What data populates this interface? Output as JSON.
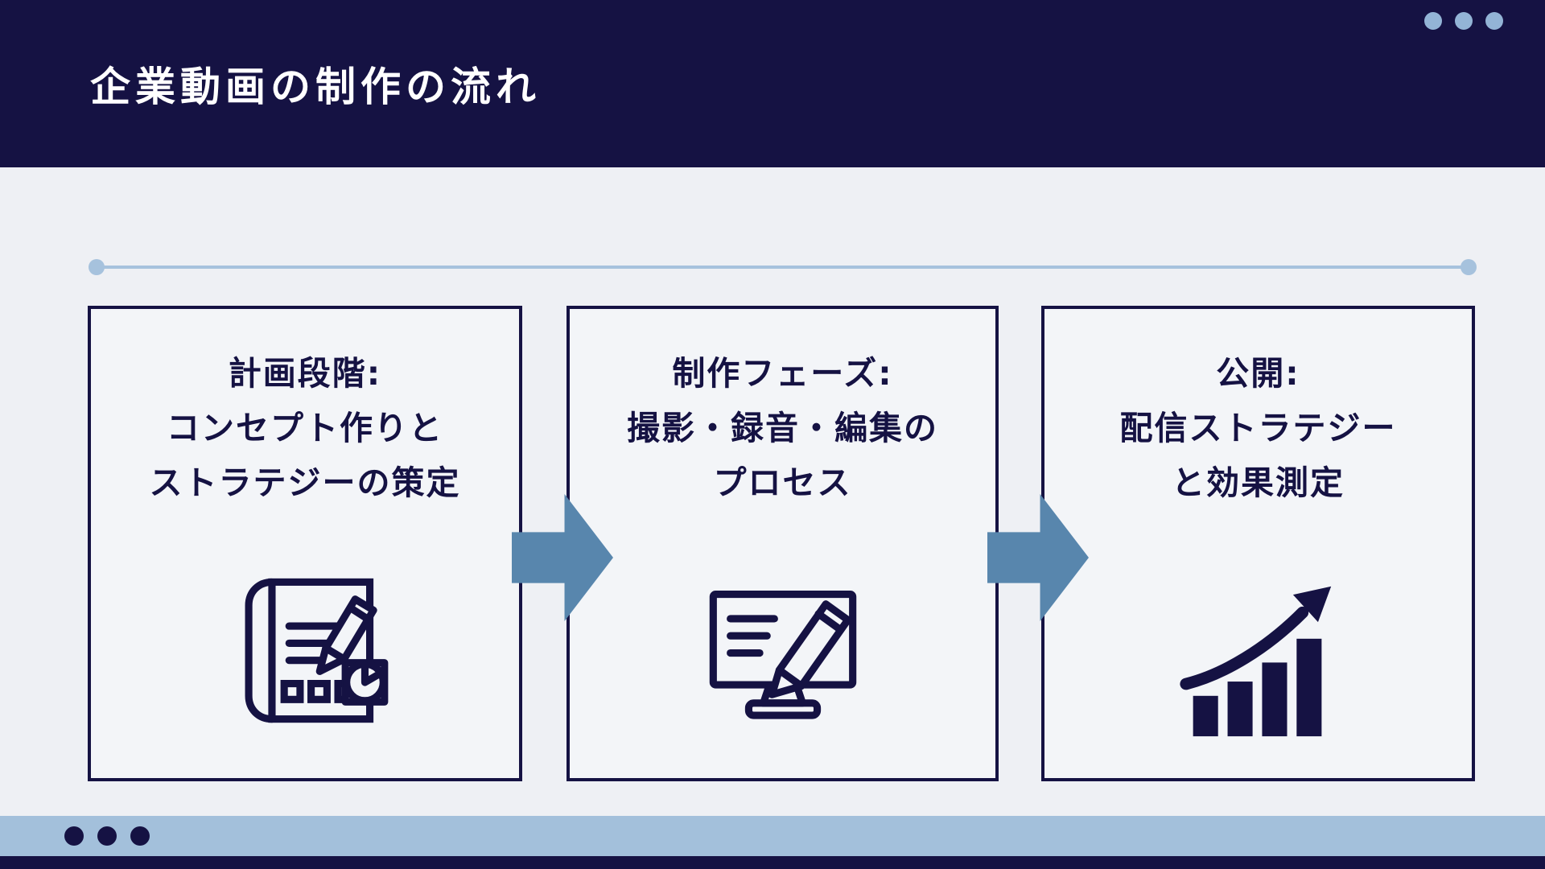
{
  "header": {
    "title": "企業動画の制作の流れ",
    "decor_dots_count": 3
  },
  "steps": [
    {
      "icon": "blueprint-plan-icon",
      "lines": [
        "計画段階:",
        "コンセプト作りと",
        "ストラテジーの策定"
      ]
    },
    {
      "icon": "monitor-editing-icon",
      "lines": [
        "制作フェーズ:",
        "撮影・録音・編集の",
        "プロセス"
      ]
    },
    {
      "icon": "growth-chart-icon",
      "lines": [
        "公開:",
        "配信ストラテジー",
        "と効果測定"
      ]
    }
  ],
  "footer": {
    "decor_dots_count": 3
  },
  "colors": {
    "navy": "#151243",
    "steel_blue": "#5886ad",
    "light_blue": "#a6c2dd",
    "footer_band": "#a3c0db",
    "page_background": "#eef0f4",
    "box_background": "#f3f5f8",
    "title_text": "#ffffff"
  }
}
